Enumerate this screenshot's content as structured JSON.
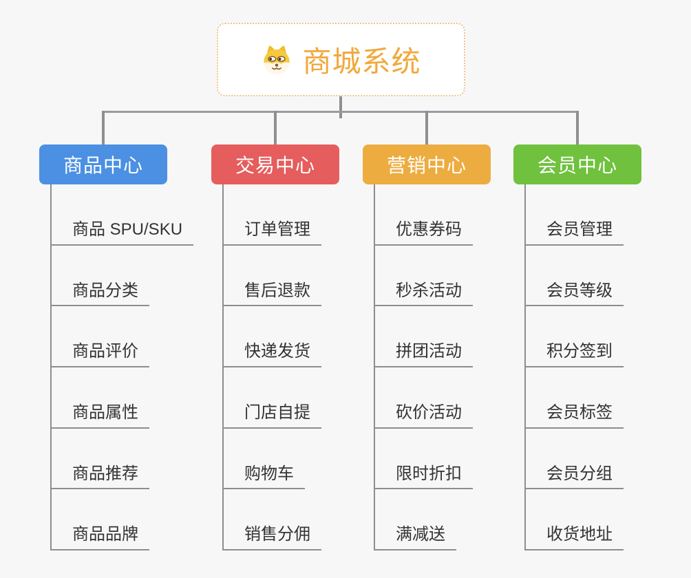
{
  "page": {
    "background_color": "#f7f7f7",
    "connector_color": "#8f8f8f",
    "leaf_line_color": "#8d8d8d",
    "leaf_text_color": "#333333"
  },
  "root": {
    "title": "商城系统",
    "icon": "dog-face-icon",
    "text_color": "#f1a83c",
    "border_color": "#f0c187",
    "background": "#ffffff"
  },
  "branches": [
    {
      "label": "商品中心",
      "color": "#4b90e2",
      "children": [
        "商品 SPU/SKU",
        "商品分类",
        "商品评价",
        "商品属性",
        "商品推荐",
        "商品品牌"
      ]
    },
    {
      "label": "交易中心",
      "color": "#e65d5d",
      "children": [
        "订单管理",
        "售后退款",
        "快递发货",
        "门店自提",
        "购物车",
        "销售分佣"
      ]
    },
    {
      "label": "营销中心",
      "color": "#edac40",
      "children": [
        "优惠券码",
        "秒杀活动",
        "拼团活动",
        "砍价活动",
        "限时折扣",
        "满减送"
      ]
    },
    {
      "label": "会员中心",
      "color": "#6fc13e",
      "children": [
        "会员管理",
        "会员等级",
        "积分签到",
        "会员标签",
        "会员分组",
        "收货地址"
      ]
    }
  ]
}
